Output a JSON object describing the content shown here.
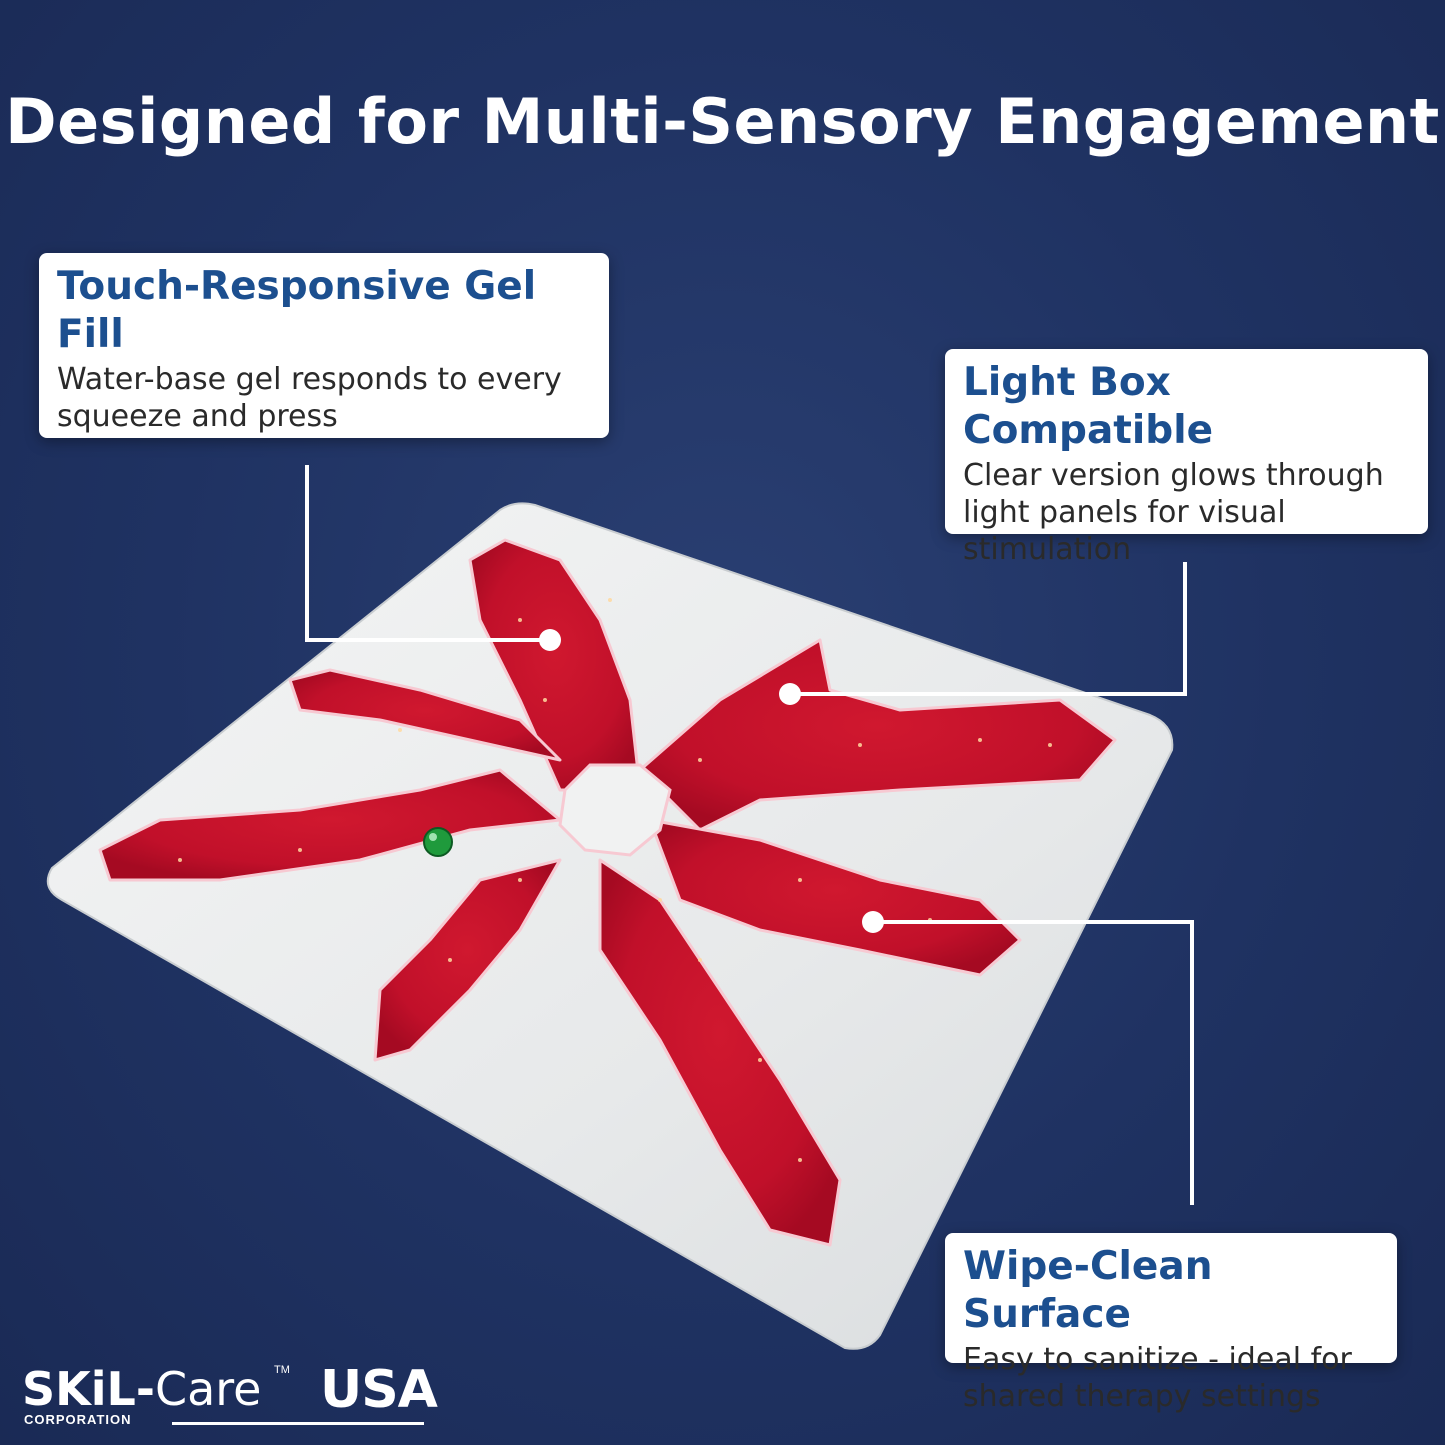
{
  "headline": "Designed for Multi-Sensory Engagement",
  "callouts": [
    {
      "title": "Touch-Responsive Gel Fill",
      "body_lines": [
        "Water-base gel responds to every",
        "squeeze and press"
      ]
    },
    {
      "title": "Light Box Compatible",
      "body_lines": [
        "Clear version glows through",
        "light panels for visual",
        "stimulation"
      ]
    },
    {
      "title": "Wipe-Clean Surface",
      "body_lines": [
        "Easy to sanitize - ideal for",
        "shared therapy settings"
      ]
    }
  ],
  "logo": {
    "brand_bold": "SKiL-",
    "brand_light": "Care",
    "trademark": "TM",
    "country": "USA",
    "corporation": "CORPORATION"
  },
  "colors": {
    "background": "#1f3262",
    "accent_title": "#1c4f8f",
    "gel": "#c8102e",
    "pad": "#eef0f0",
    "bead": "#1f9a3c"
  }
}
